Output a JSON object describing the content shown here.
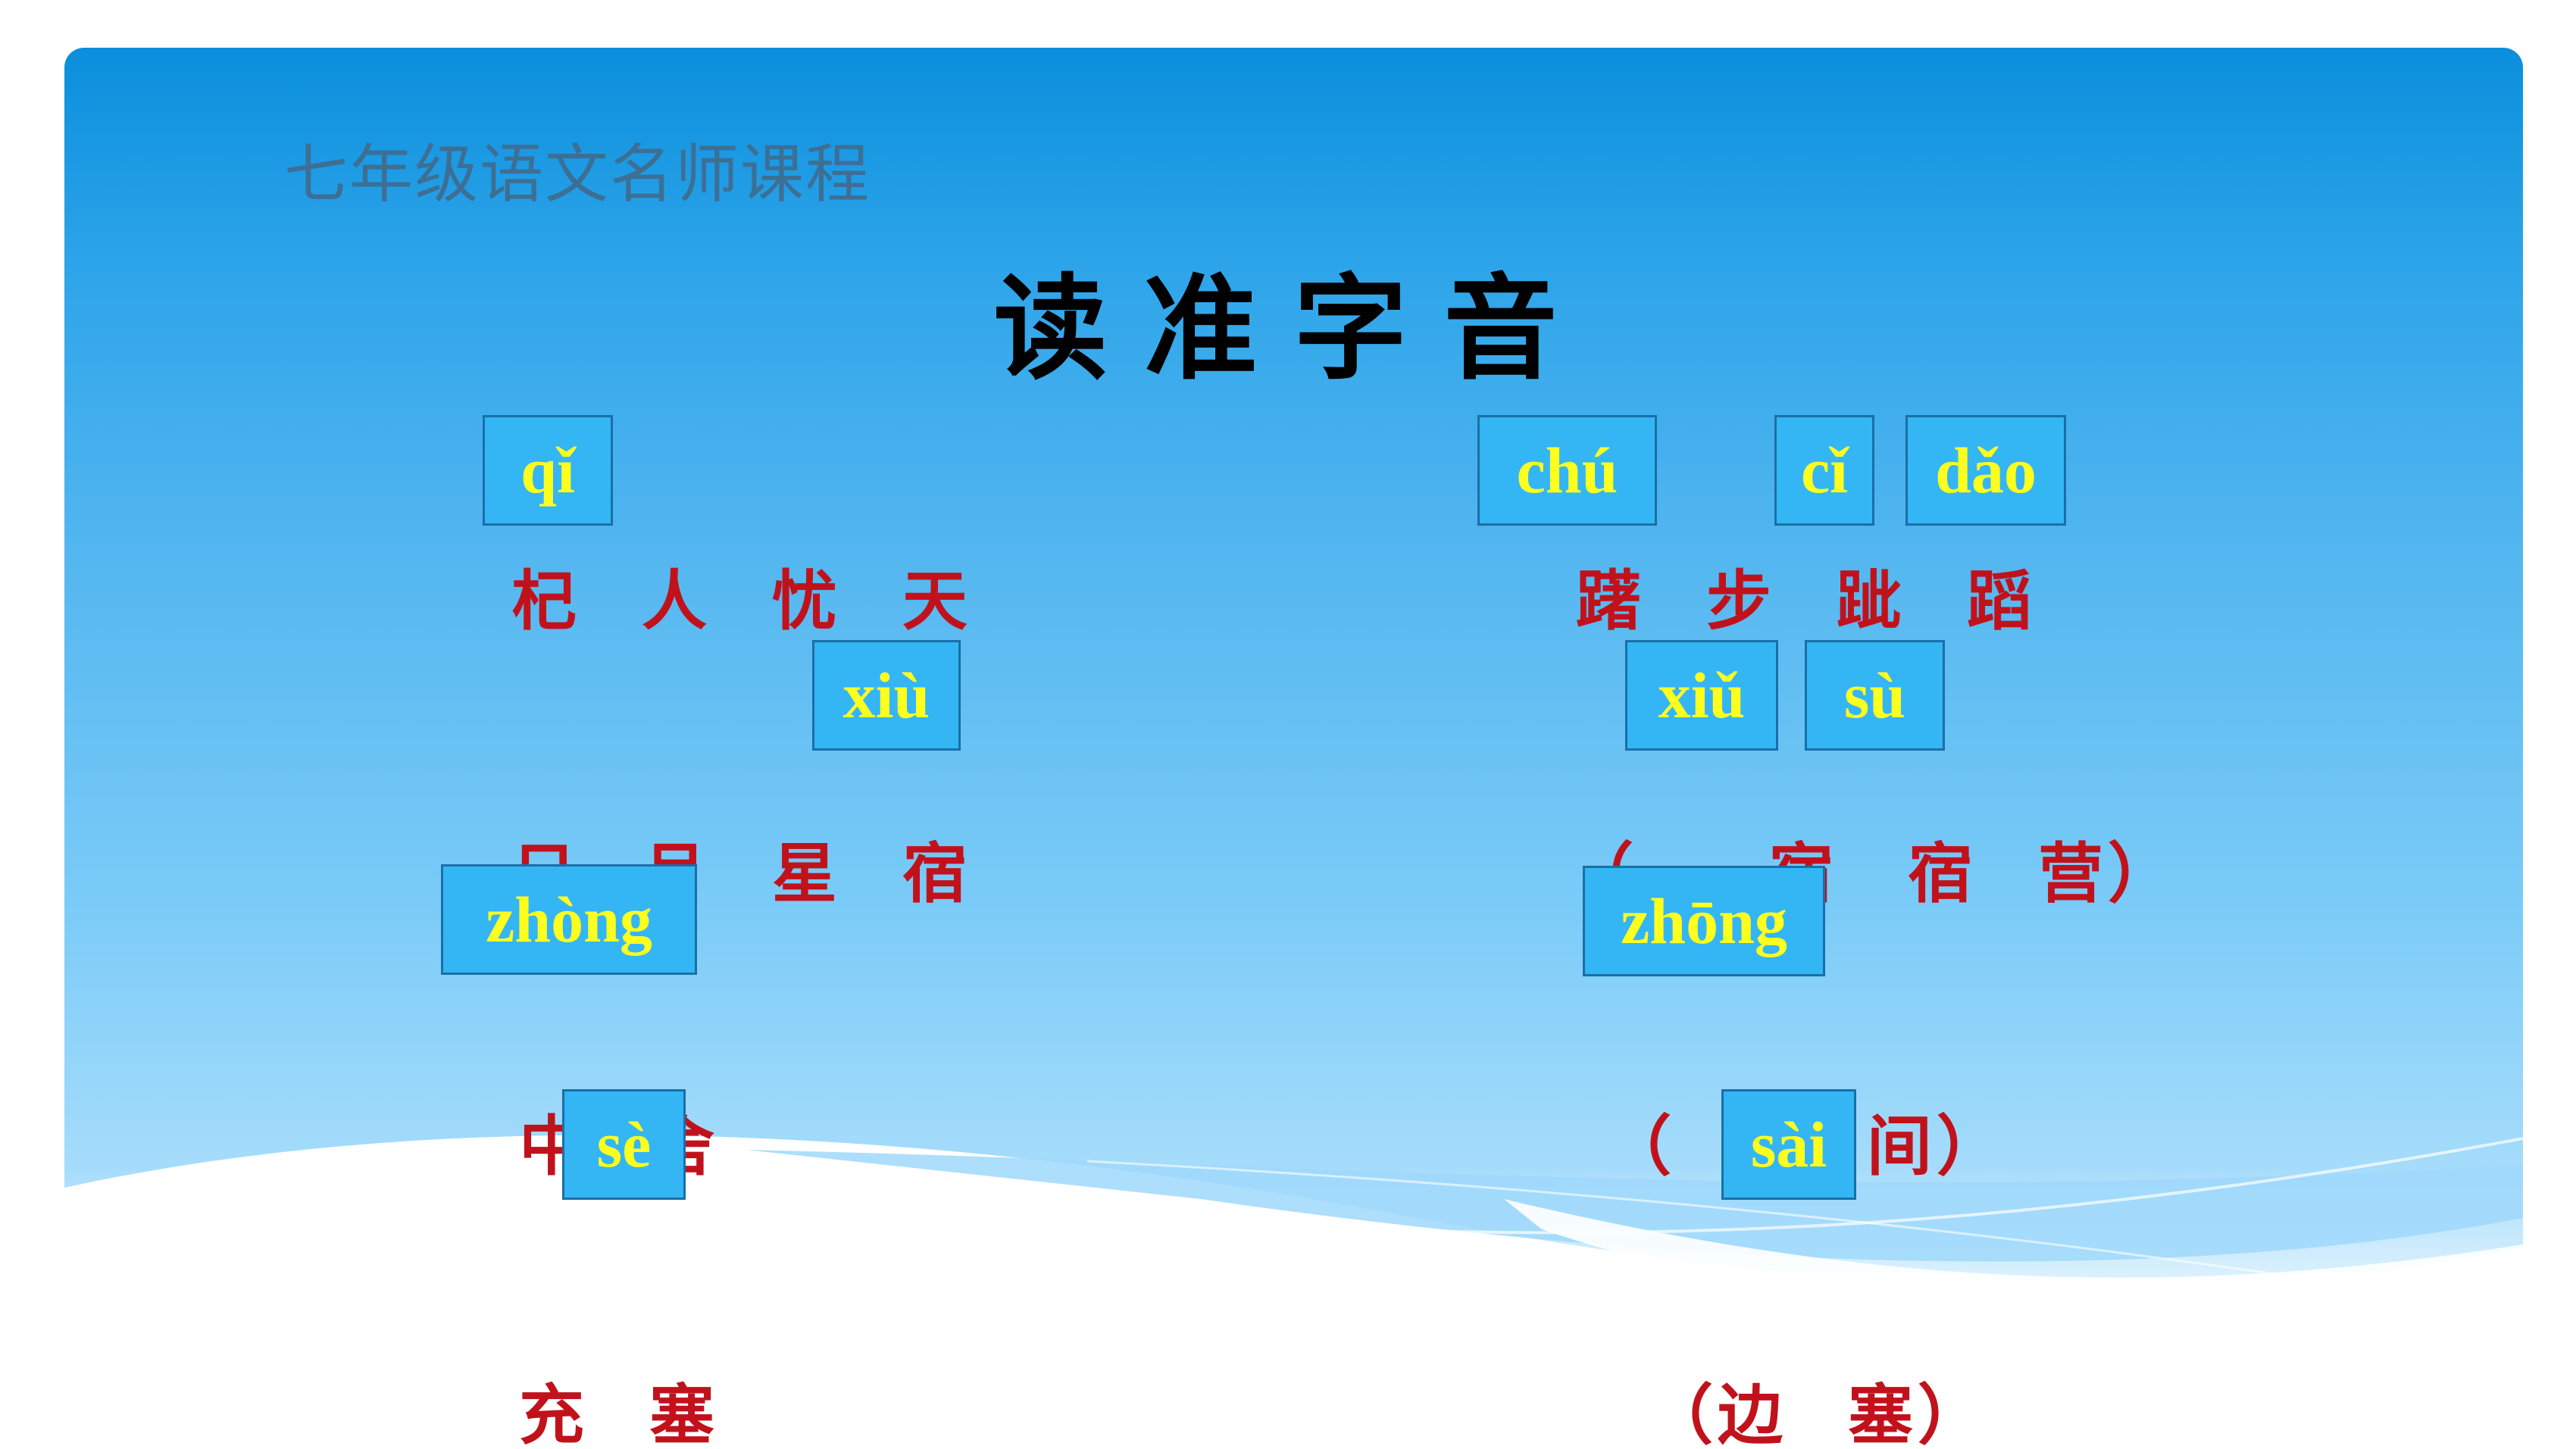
{
  "header": {
    "course": "七年级语文名师课程",
    "title": "读准字音"
  },
  "groups": {
    "left": {
      "qi_ren": "杞 人 忧 天",
      "ri_yue": "日 月 星 宿",
      "zhong_she": "中 舍",
      "chong_se": "充 塞"
    },
    "right": {
      "chu_bu": "躇 步 跐 蹈",
      "yi_xiu": "（一 宿　宿 营）",
      "zhong_jian": "（ 中 间）",
      "bian_sai": "（边 塞）"
    }
  },
  "pinyin": {
    "qi": "qǐ",
    "chu": "chú",
    "ci": "cǐ",
    "dao": "dǎo",
    "xiu_4": "xiù",
    "xiu_3": "xiǔ",
    "su": "sù",
    "zhong_4": "zhòng",
    "zhong_1": "zhōng",
    "se": "sè",
    "sai": "sài"
  }
}
